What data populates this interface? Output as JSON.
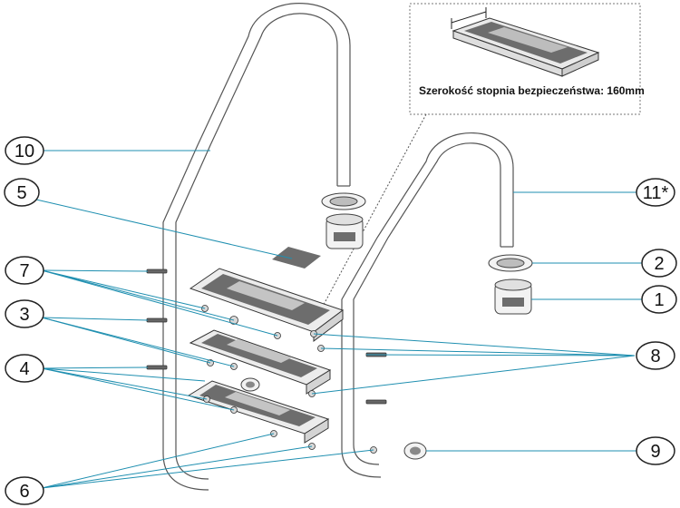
{
  "inset": {
    "caption": "Szerokość stopnia bezpieczeństwa: 160mm"
  },
  "callouts": [
    {
      "id": "10",
      "label": "10"
    },
    {
      "id": "5",
      "label": "5"
    },
    {
      "id": "7",
      "label": "7"
    },
    {
      "id": "3",
      "label": "3"
    },
    {
      "id": "4",
      "label": "4"
    },
    {
      "id": "6",
      "label": "6"
    },
    {
      "id": "11",
      "label": "11*"
    },
    {
      "id": "2",
      "label": "2"
    },
    {
      "id": "1",
      "label": "1"
    },
    {
      "id": "8",
      "label": "8"
    },
    {
      "id": "9",
      "label": "9"
    }
  ]
}
